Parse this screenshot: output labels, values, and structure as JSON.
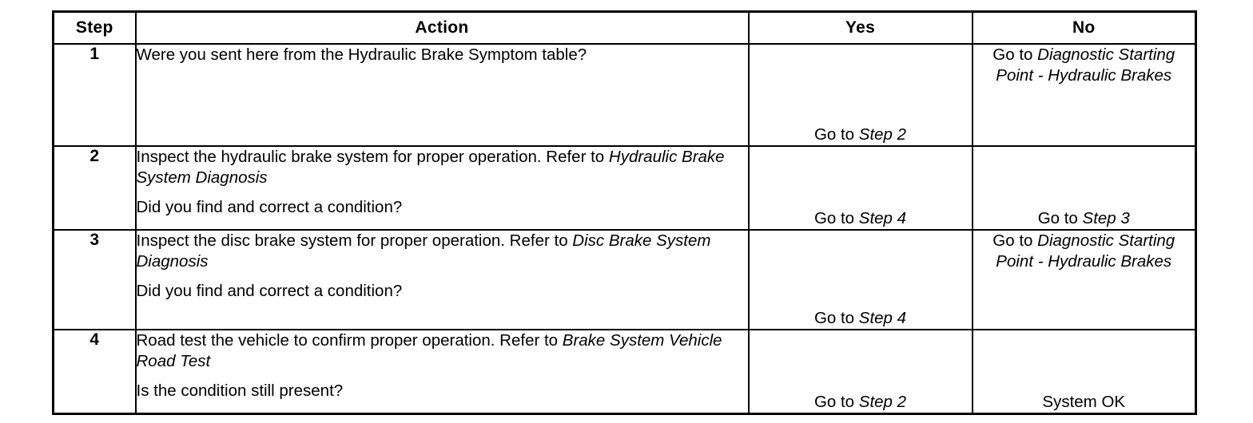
{
  "table": {
    "headers": {
      "step": "Step",
      "action": "Action",
      "yes": "Yes",
      "no": "No"
    },
    "rows": [
      {
        "step": "1",
        "action": {
          "statement_plain": "Were you sent here from the Hydraulic Brake Symptom table?",
          "statement_italic": "",
          "question": ""
        },
        "yes": {
          "prefix": "Go to ",
          "ref": "Step 2",
          "suffix": "",
          "align": "bottom"
        },
        "no": {
          "prefix": "Go to ",
          "ref": "Diagnostic Starting Point - Hydraulic Brakes",
          "suffix": "",
          "align": "top"
        }
      },
      {
        "step": "2",
        "action": {
          "statement_plain": "Inspect the hydraulic brake system for proper operation. Refer to ",
          "statement_italic": "Hydraulic Brake System Diagnosis",
          "question": "Did you find and correct a condition?"
        },
        "yes": {
          "prefix": "Go to ",
          "ref": "Step 4",
          "suffix": "",
          "align": "bottom"
        },
        "no": {
          "prefix": "Go to ",
          "ref": "Step 3",
          "suffix": "",
          "align": "bottom"
        }
      },
      {
        "step": "3",
        "action": {
          "statement_plain": "Inspect the disc brake system for proper operation. Refer to ",
          "statement_italic": "Disc Brake System Diagnosis",
          "question": "Did you find and correct a condition?"
        },
        "yes": {
          "prefix": "Go to ",
          "ref": "Step 4",
          "suffix": "",
          "align": "bottom"
        },
        "no": {
          "prefix": "Go to ",
          "ref": "Diagnostic Starting Point - Hydraulic Brakes",
          "suffix": "",
          "align": "top"
        }
      },
      {
        "step": "4",
        "action": {
          "statement_plain": "Road test the vehicle to confirm proper operation. Refer to ",
          "statement_italic": "Brake System Vehicle Road Test",
          "question": "Is the condition still present?"
        },
        "yes": {
          "prefix": "Go to ",
          "ref": "Step 2",
          "suffix": "",
          "align": "bottom"
        },
        "no": {
          "prefix": "System OK",
          "ref": "",
          "suffix": "",
          "align": "bottom"
        }
      }
    ]
  }
}
